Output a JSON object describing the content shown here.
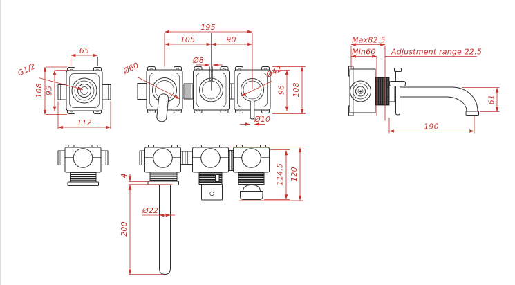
{
  "colors": {
    "dimension_red": "#c5322d",
    "line_black": "#2e2e2e",
    "background": "#ffffff"
  },
  "views": {
    "front_single_valve": {
      "dim_screw_spacing_h": "65",
      "dim_overall_width": "112",
      "dim_overall_height": "108",
      "dim_screw_spacing_v": "95",
      "label_thread": "G1/2"
    },
    "front_assembly": {
      "dim_total_span": "195",
      "dim_left_span": "105",
      "dim_right_span": "90",
      "dim_spout_hole": "Ø8",
      "dim_left_trim": "Ø60",
      "dim_right_trim": "Ø42",
      "dim_screw_spacing_v": "96",
      "dim_overall_height": "108",
      "dim_handle_stem": "Ø10"
    },
    "side_spout": {
      "dim_max_depth": "Max82.5",
      "dim_min_depth": "Min60",
      "label_adjustment": "Adjustment range 22.5",
      "dim_spout_reach": "190",
      "dim_spout_drop": "61"
    },
    "top_assembly": {
      "dim_flange_thickness": "4",
      "dim_handle_length": "200",
      "dim_handle_diameter": "Ø22",
      "dim_depth_body": "114.5",
      "dim_depth_overall": "120"
    }
  }
}
